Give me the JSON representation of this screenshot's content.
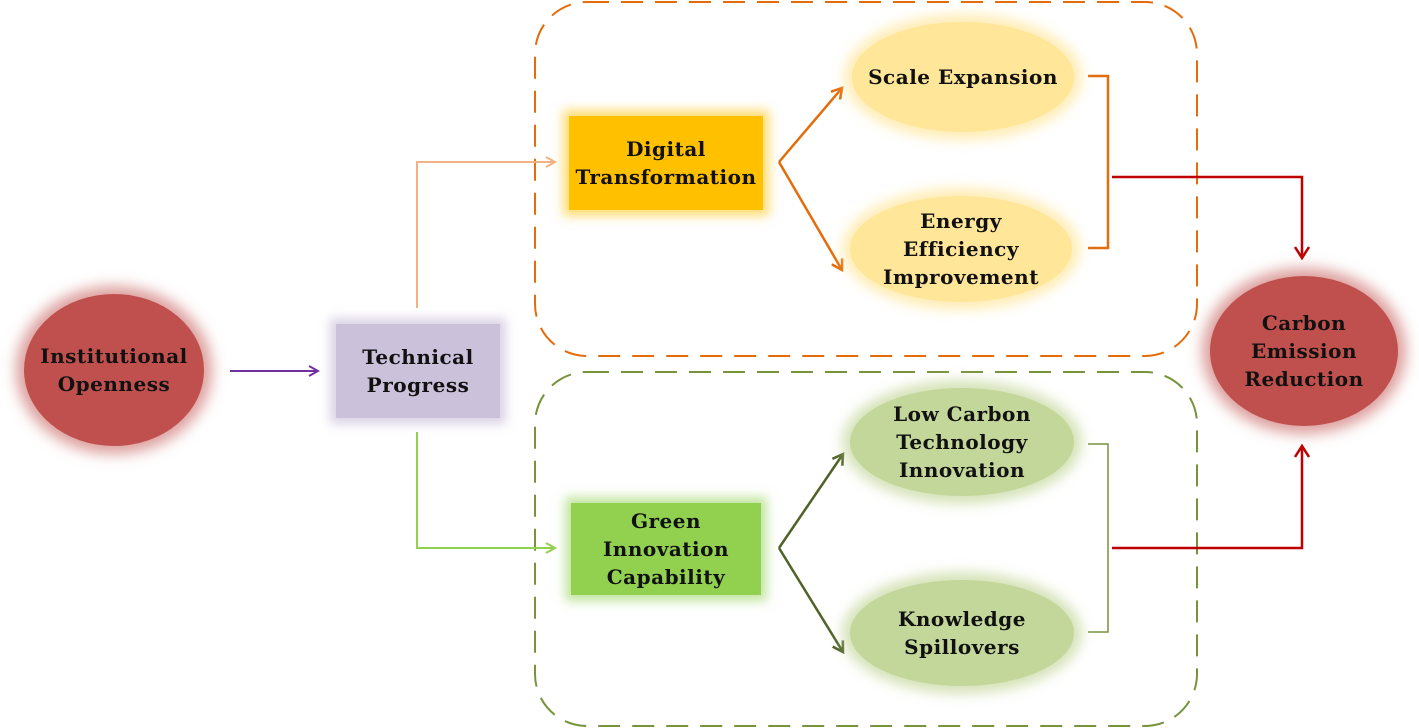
{
  "diagram": {
    "nodes": {
      "institutional_openness": "Institutional\nOpenness",
      "technical_progress": "Technical\nProgress",
      "digital_transformation": "Digital\nTransformation",
      "green_innovation_capability": "Green\nInnovation\nCapability",
      "scale_expansion": "Scale Expansion",
      "energy_efficiency_improvement": "Energy\nEfficiency\nImprovement",
      "low_carbon_technology_innovation": "Low Carbon\nTechnology\nInnovation",
      "knowledge_spillovers": "Knowledge\nSpillovers",
      "carbon_emission_reduction": "Carbon\nEmission\nReduction"
    },
    "groups": [
      {
        "id": "digital-pathway",
        "border_color": "#e46c0a"
      },
      {
        "id": "green-pathway",
        "border_color": "#77933c"
      }
    ],
    "colors": {
      "red_node": "#c0504d",
      "lilac_node": "#ccc1da",
      "amber_node": "#ffc000",
      "green_node": "#92d050",
      "cream_node": "#ffe699",
      "sage_node": "#c4d79b",
      "purple_arrow": "#7030a0",
      "orange_arrow": "#f4b183",
      "dark_orange_arrow": "#e46c0a",
      "light_green_arrow": "#92d050",
      "dark_green_arrow": "#4f6228",
      "red_arrow": "#c00000"
    }
  }
}
